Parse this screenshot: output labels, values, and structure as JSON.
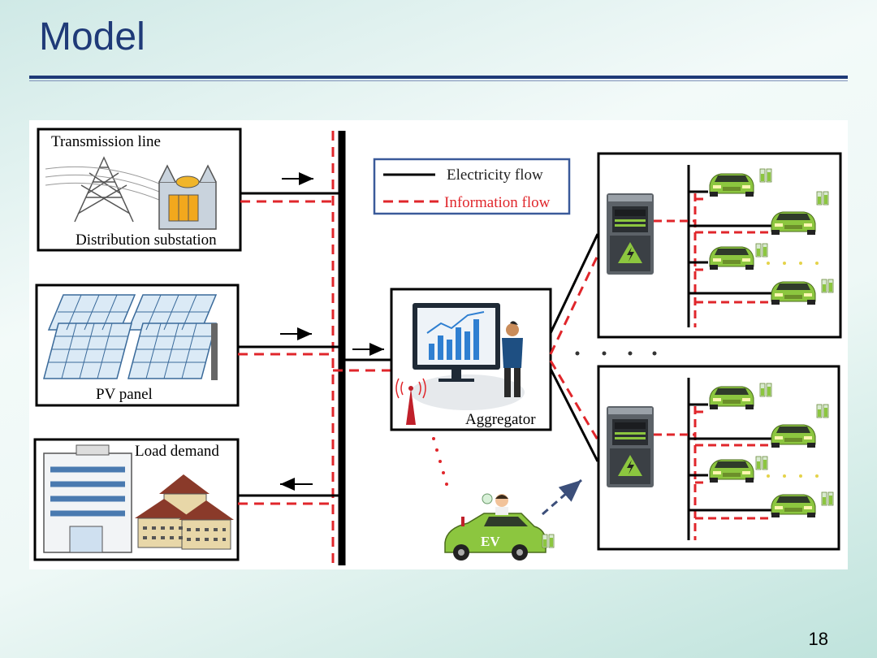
{
  "slide": {
    "title": "Model",
    "page_number": "18"
  },
  "diagram": {
    "labels": {
      "transmission_line": "Transmission line",
      "distribution_substation": "Distribution substation",
      "pv_panel": "PV panel",
      "load_demand": "Load demand",
      "aggregator": "Aggregator",
      "ev": "EV"
    },
    "legend": {
      "electricity": "Electricity flow",
      "information": "Information flow"
    },
    "colors": {
      "electricity_line": "#000000",
      "information_line": "#e0262b",
      "legend_border": "#3a5a9a",
      "ev_body": "#8cc63f",
      "ev_dark_arrow": "#3c4f7a",
      "title": "#1f3a78"
    }
  }
}
